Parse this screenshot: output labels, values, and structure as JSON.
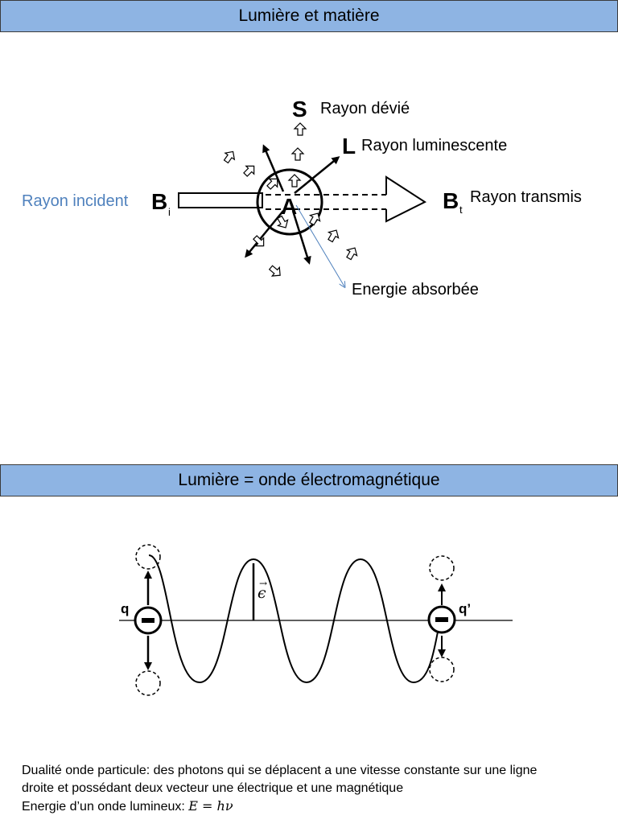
{
  "slide1": {
    "title": "Lumière et matière",
    "labels": {
      "incident": "Rayon incident",
      "bi_letter": "B",
      "bi_sub": "i",
      "s_letter": "S",
      "deviated": "Rayon dévié",
      "l_letter": "L",
      "luminescent": "Rayon luminescente",
      "bt_letter": "B",
      "bt_sub": "t",
      "transmitted": "Rayon transmis",
      "a_letter": "A",
      "absorbed": "Energie absorbée"
    },
    "colors": {
      "incident_label": "#4f81bd",
      "absorbed_arrow": "#4f81bd"
    }
  },
  "slide2": {
    "title": "Lumière = onde électromagnétique",
    "labels": {
      "q": "q",
      "q_prime": "q’",
      "epsilon": "ϵ",
      "minus": "−"
    },
    "caption": {
      "line1": "Dualité onde particule: des photons qui se déplacent a une vitesse constante sur une ligne",
      "line2": "droite et possédant deux vecteur une électrique et une magnétique",
      "line3_prefix": "Energie d’un onde lumineux: ",
      "formula": "E = hν"
    }
  },
  "colors": {
    "banner_bg": "#8eb4e3"
  }
}
